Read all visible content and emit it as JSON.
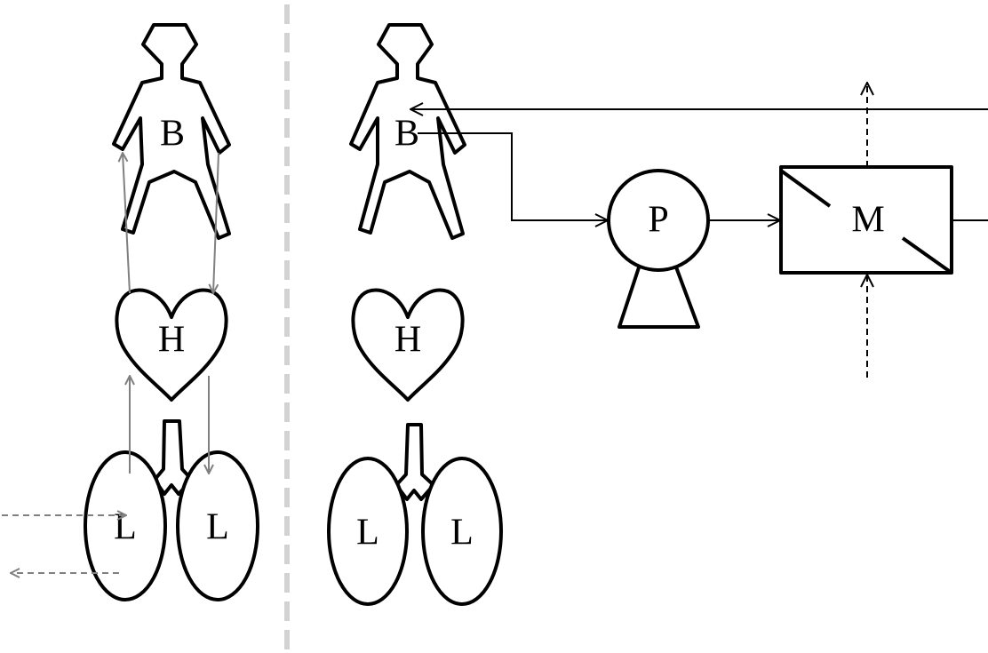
{
  "left_panel": {
    "body_label": "B",
    "heart_label": "H",
    "lung_left_label": "L",
    "lung_right_label": "L"
  },
  "right_panel": {
    "body_label": "B",
    "heart_label": "H",
    "lung_left_label": "L",
    "lung_right_label": "L",
    "pump_label": "P",
    "membrane_label": "M"
  },
  "colors": {
    "outline": "#000000",
    "native_flow": "#808080",
    "divider": "#d3d3d3"
  }
}
